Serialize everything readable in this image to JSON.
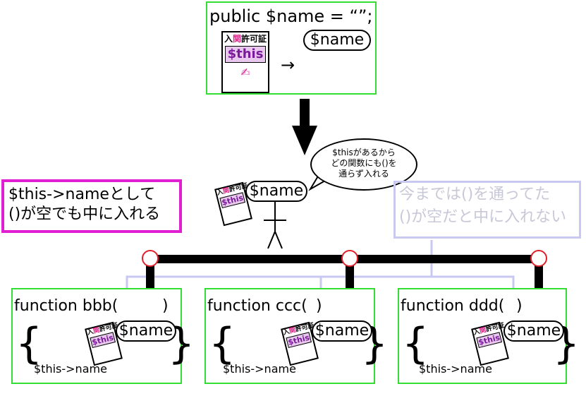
{
  "top_box": {
    "code": "public $name = “”;",
    "badge_title_pre": "入",
    "badge_title_pink": "関",
    "badge_title_post": "許可証",
    "badge_this": "$this",
    "arrow": "→",
    "person_label": "$name"
  },
  "bubble": {
    "lines": [
      "$thisがあるから",
      "どの関数にも()を",
      "通らず入れる"
    ]
  },
  "center_person": {
    "badge_title_pre": "入",
    "badge_title_pink": "関",
    "badge_title_post": "許可証",
    "badge_this": "$this",
    "label": "$name"
  },
  "left_note": {
    "line1": "$this->nameとして",
    "line2": "()が空でも中に入れる"
  },
  "right_note": {
    "line1": "今までは()を通ってた",
    "line2": "()が空だと中に入れない"
  },
  "functions": [
    {
      "header": "function bbb(",
      "paren_close": ")",
      "brace_open": "{",
      "brace_close": "}",
      "body": "$this->name",
      "label": "$name",
      "badge_title_pre": "入",
      "badge_title_pink": "関",
      "badge_title_post": "許可証",
      "badge_this": "$this"
    },
    {
      "header": "function ccc(",
      "paren_close": ")",
      "brace_open": "{",
      "brace_close": "}",
      "body": "$this->name",
      "label": "$name",
      "badge_title_pre": "入",
      "badge_title_pink": "関",
      "badge_title_post": "許可証",
      "badge_this": "$this"
    },
    {
      "header": "function ddd(",
      "paren_close": ")",
      "brace_open": "{",
      "brace_close": "}",
      "body": "$this->name",
      "label": "$name",
      "badge_title_pre": "入",
      "badge_title_pink": "関",
      "badge_title_post": "許可証",
      "badge_this": "$this"
    }
  ],
  "colors": {
    "box_border": "#33dd33",
    "note_border": "#e020d0",
    "gray_line": "#c8c8f0",
    "node_fill": "#ffffff",
    "node_stroke": "#e0202a"
  }
}
